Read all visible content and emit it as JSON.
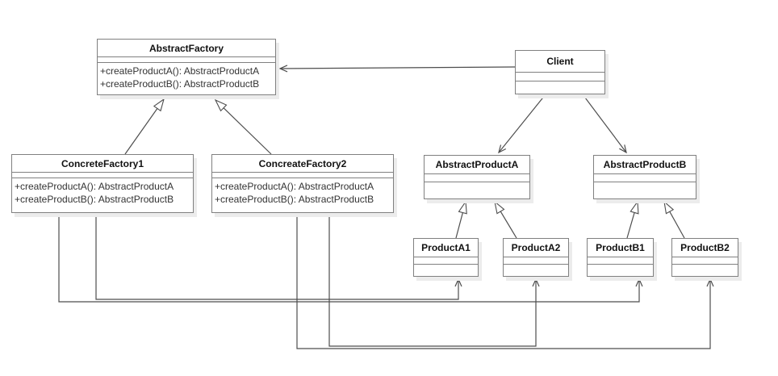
{
  "colors": {
    "line": "#4d4d4d",
    "box_border": "#808080",
    "box_fill": "#ffffff",
    "shadow": "#ececec",
    "text": "#333333"
  },
  "classes": [
    {
      "name": "AbstractFactory",
      "methods": [
        "+createProductA(): AbstractProductA",
        "+createProductB(): AbstractProductB"
      ]
    },
    {
      "name": "Client",
      "methods": []
    },
    {
      "name": "ConcreteFactory1",
      "methods": [
        "+createProductA(): AbstractProductA",
        "+createProductB(): AbstractProductB"
      ]
    },
    {
      "name": "ConcreateFactory2",
      "methods": [
        "+createProductA(): AbstractProductA",
        "+createProductB(): AbstractProductB"
      ]
    },
    {
      "name": "AbstractProductA",
      "methods": []
    },
    {
      "name": "AbstractProductB",
      "methods": []
    },
    {
      "name": "ProductA1",
      "methods": []
    },
    {
      "name": "ProductA2",
      "methods": []
    },
    {
      "name": "ProductB1",
      "methods": []
    },
    {
      "name": "ProductB2",
      "methods": []
    }
  ],
  "relationships": [
    {
      "from": "Client",
      "to": "AbstractFactory",
      "type": "association"
    },
    {
      "from": "ConcreteFactory1",
      "to": "AbstractFactory",
      "type": "generalization"
    },
    {
      "from": "ConcreateFactory2",
      "to": "AbstractFactory",
      "type": "generalization"
    },
    {
      "from": "Client",
      "to": "AbstractProductA",
      "type": "association"
    },
    {
      "from": "Client",
      "to": "AbstractProductB",
      "type": "association"
    },
    {
      "from": "ProductA1",
      "to": "AbstractProductA",
      "type": "generalization"
    },
    {
      "from": "ProductA2",
      "to": "AbstractProductA",
      "type": "generalization"
    },
    {
      "from": "ProductB1",
      "to": "AbstractProductB",
      "type": "generalization"
    },
    {
      "from": "ProductB2",
      "to": "AbstractProductB",
      "type": "generalization"
    },
    {
      "from": "ConcreteFactory1",
      "to": "ProductA1",
      "type": "creates"
    },
    {
      "from": "ConcreteFactory1",
      "to": "ProductB1",
      "type": "creates"
    },
    {
      "from": "ConcreateFactory2",
      "to": "ProductA2",
      "type": "creates"
    },
    {
      "from": "ConcreateFactory2",
      "to": "ProductB2",
      "type": "creates"
    }
  ]
}
